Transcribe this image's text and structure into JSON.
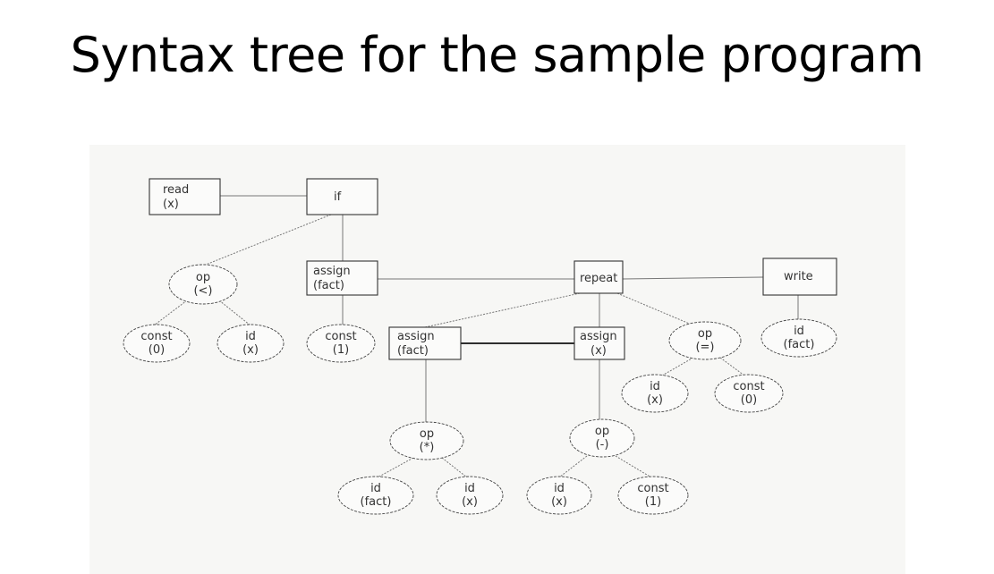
{
  "title": "Syntax tree for the sample program",
  "nodes": {
    "read": {
      "l1": "read",
      "l2": "(x)"
    },
    "if": {
      "l1": "if"
    },
    "op_lt": {
      "l1": "op",
      "l2": "(<)"
    },
    "assign_fact_1": {
      "l1": "assign",
      "l2": "(fact)"
    },
    "repeat": {
      "l1": "repeat"
    },
    "write": {
      "l1": "write"
    },
    "const_0a": {
      "l1": "const",
      "l2": "(0)"
    },
    "id_x_a": {
      "l1": "id",
      "l2": "(x)"
    },
    "const_1a": {
      "l1": "const",
      "l2": "(1)"
    },
    "assign_fact_2": {
      "l1": "assign",
      "l2": "(fact)"
    },
    "assign_x": {
      "l1": "assign",
      "l2": "(x)"
    },
    "op_eq": {
      "l1": "op",
      "l2": "(=)"
    },
    "id_fact_w": {
      "l1": "id",
      "l2": "(fact)"
    },
    "id_x_b": {
      "l1": "id",
      "l2": "(x)"
    },
    "const_0b": {
      "l1": "const",
      "l2": "(0)"
    },
    "op_mul": {
      "l1": "op",
      "l2": "(*)"
    },
    "op_sub": {
      "l1": "op",
      "l2": "(-)"
    },
    "id_fact_c": {
      "l1": "id",
      "l2": "(fact)"
    },
    "id_x_c": {
      "l1": "id",
      "l2": "(x)"
    },
    "id_x_d": {
      "l1": "id",
      "l2": "(x)"
    },
    "const_1b": {
      "l1": "const",
      "l2": "(1)"
    }
  }
}
